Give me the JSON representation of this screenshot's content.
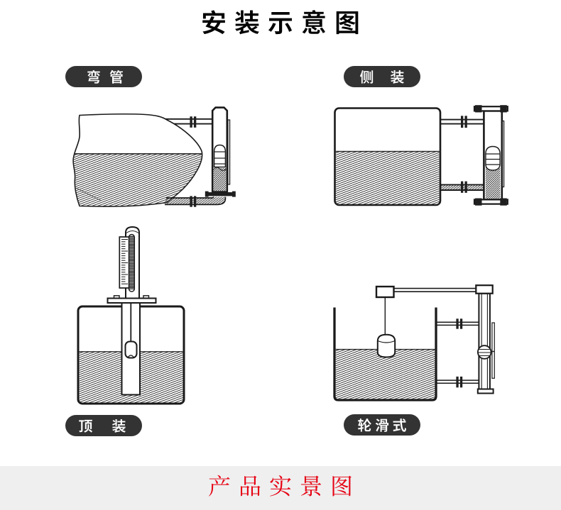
{
  "header": {
    "title": "安装示意图",
    "color": "#000000"
  },
  "diagrams": [
    {
      "id": "bend-pipe",
      "label": "弯管",
      "description": "tank with bent-pipe mounted level gauge"
    },
    {
      "id": "side-mount",
      "label": "侧装",
      "description": "tank with side mounted level gauge"
    },
    {
      "id": "top-mount",
      "label": "顶装",
      "description": "tank with top mounted level gauge"
    },
    {
      "id": "pulley",
      "label": "轮滑式",
      "description": "open tank with pulley type float level gauge"
    }
  ],
  "badge_style": {
    "background": "#333333",
    "text_color": "#ffffff"
  },
  "footer": {
    "title": "产品实景图",
    "text_color": "#e60012",
    "background": "#efefef"
  }
}
